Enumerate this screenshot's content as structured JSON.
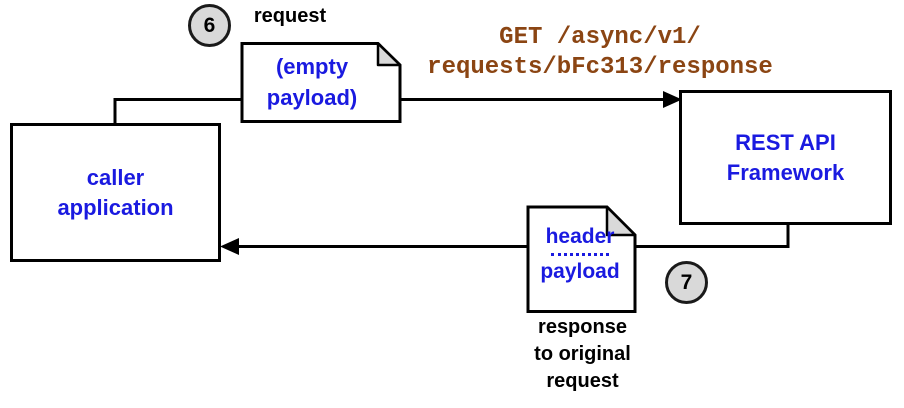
{
  "diagram_title": "async REST request/response flow",
  "steps": {
    "six": "6",
    "seven": "7"
  },
  "labels": {
    "request": "request",
    "caption_line1": "response",
    "caption_line2": "to original",
    "caption_line3": "request"
  },
  "request_url": {
    "line1": "GET /async/v1/",
    "line2": "requests/bFc313/response"
  },
  "request_document": {
    "line1": "(empty",
    "line2": "payload)"
  },
  "response_document": {
    "header": "header",
    "payload": "payload"
  },
  "boxes": {
    "caller": {
      "line1": "caller",
      "line2": "application"
    },
    "rest": {
      "line1": "REST API",
      "line2": "Framework"
    }
  },
  "colors": {
    "text_blue": "#1a1ae0",
    "url_brown": "#8B4513",
    "badge_fill": "#d9d9d9",
    "line_black": "#000000",
    "fold_fill": "#d9d9d9"
  }
}
